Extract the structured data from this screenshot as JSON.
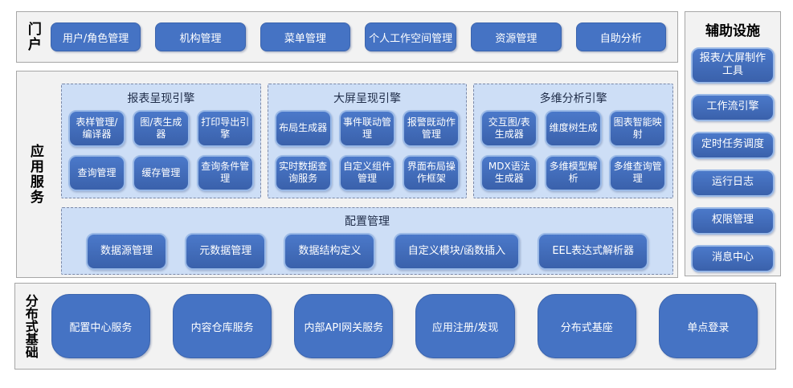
{
  "colors": {
    "accent_blue": "#4573C4",
    "button_gradient_top": "#4B79CA",
    "button_gradient_bottom": "#3A61AB",
    "light_blue_button_border": "#9AB9E6",
    "group_fill": "#CDDEF6",
    "dashed_border": "#7A88A8",
    "section_fill": "#F2F2F2",
    "section_border": "#A6A6A6",
    "button_text": "#FFFFFF",
    "label_text": "#000000"
  },
  "portal": {
    "label": "门户",
    "buttons": [
      "用户/角色管理",
      "机构管理",
      "菜单管理",
      "个人工作空间管理",
      "资源管理",
      "自助分析"
    ]
  },
  "app": {
    "label": "应用服务",
    "groups": [
      {
        "title": "报表呈现引擎",
        "buttons": [
          "表样管理/编译器",
          "图/表生成器",
          "打印导出引擎",
          "查询管理",
          "缓存管理",
          "查询条件管理"
        ]
      },
      {
        "title": "大屏呈现引擎",
        "buttons": [
          "布局生成器",
          "事件联动管理",
          "报警既动作管理",
          "实时数据查询服务",
          "自定义组件管理",
          "界面布局操作框架"
        ]
      },
      {
        "title": "多维分析引擎",
        "buttons": [
          "交互图/表生成器",
          "维度树生成",
          "图表智能映射",
          "MDX语法生成器",
          "多维模型解析",
          "多维查询管理"
        ]
      }
    ],
    "config": {
      "title": "配置管理",
      "buttons": [
        "数据源管理",
        "元数据管理",
        "数据结构定义",
        "自定义模块/函数插入",
        "EEL表达式解析器"
      ]
    }
  },
  "distributed": {
    "label": "分布式基础",
    "buttons": [
      "配置中心服务",
      "内容仓库服务",
      "内部API网关服务",
      "应用注册/发现",
      "分布式基座",
      "单点登录"
    ]
  },
  "auxiliary": {
    "title": "辅助设施",
    "buttons": [
      "报表/大屏制作工具",
      "工作流引擎",
      "定时任务调度",
      "运行日志",
      "权限管理",
      "消息中心"
    ]
  }
}
